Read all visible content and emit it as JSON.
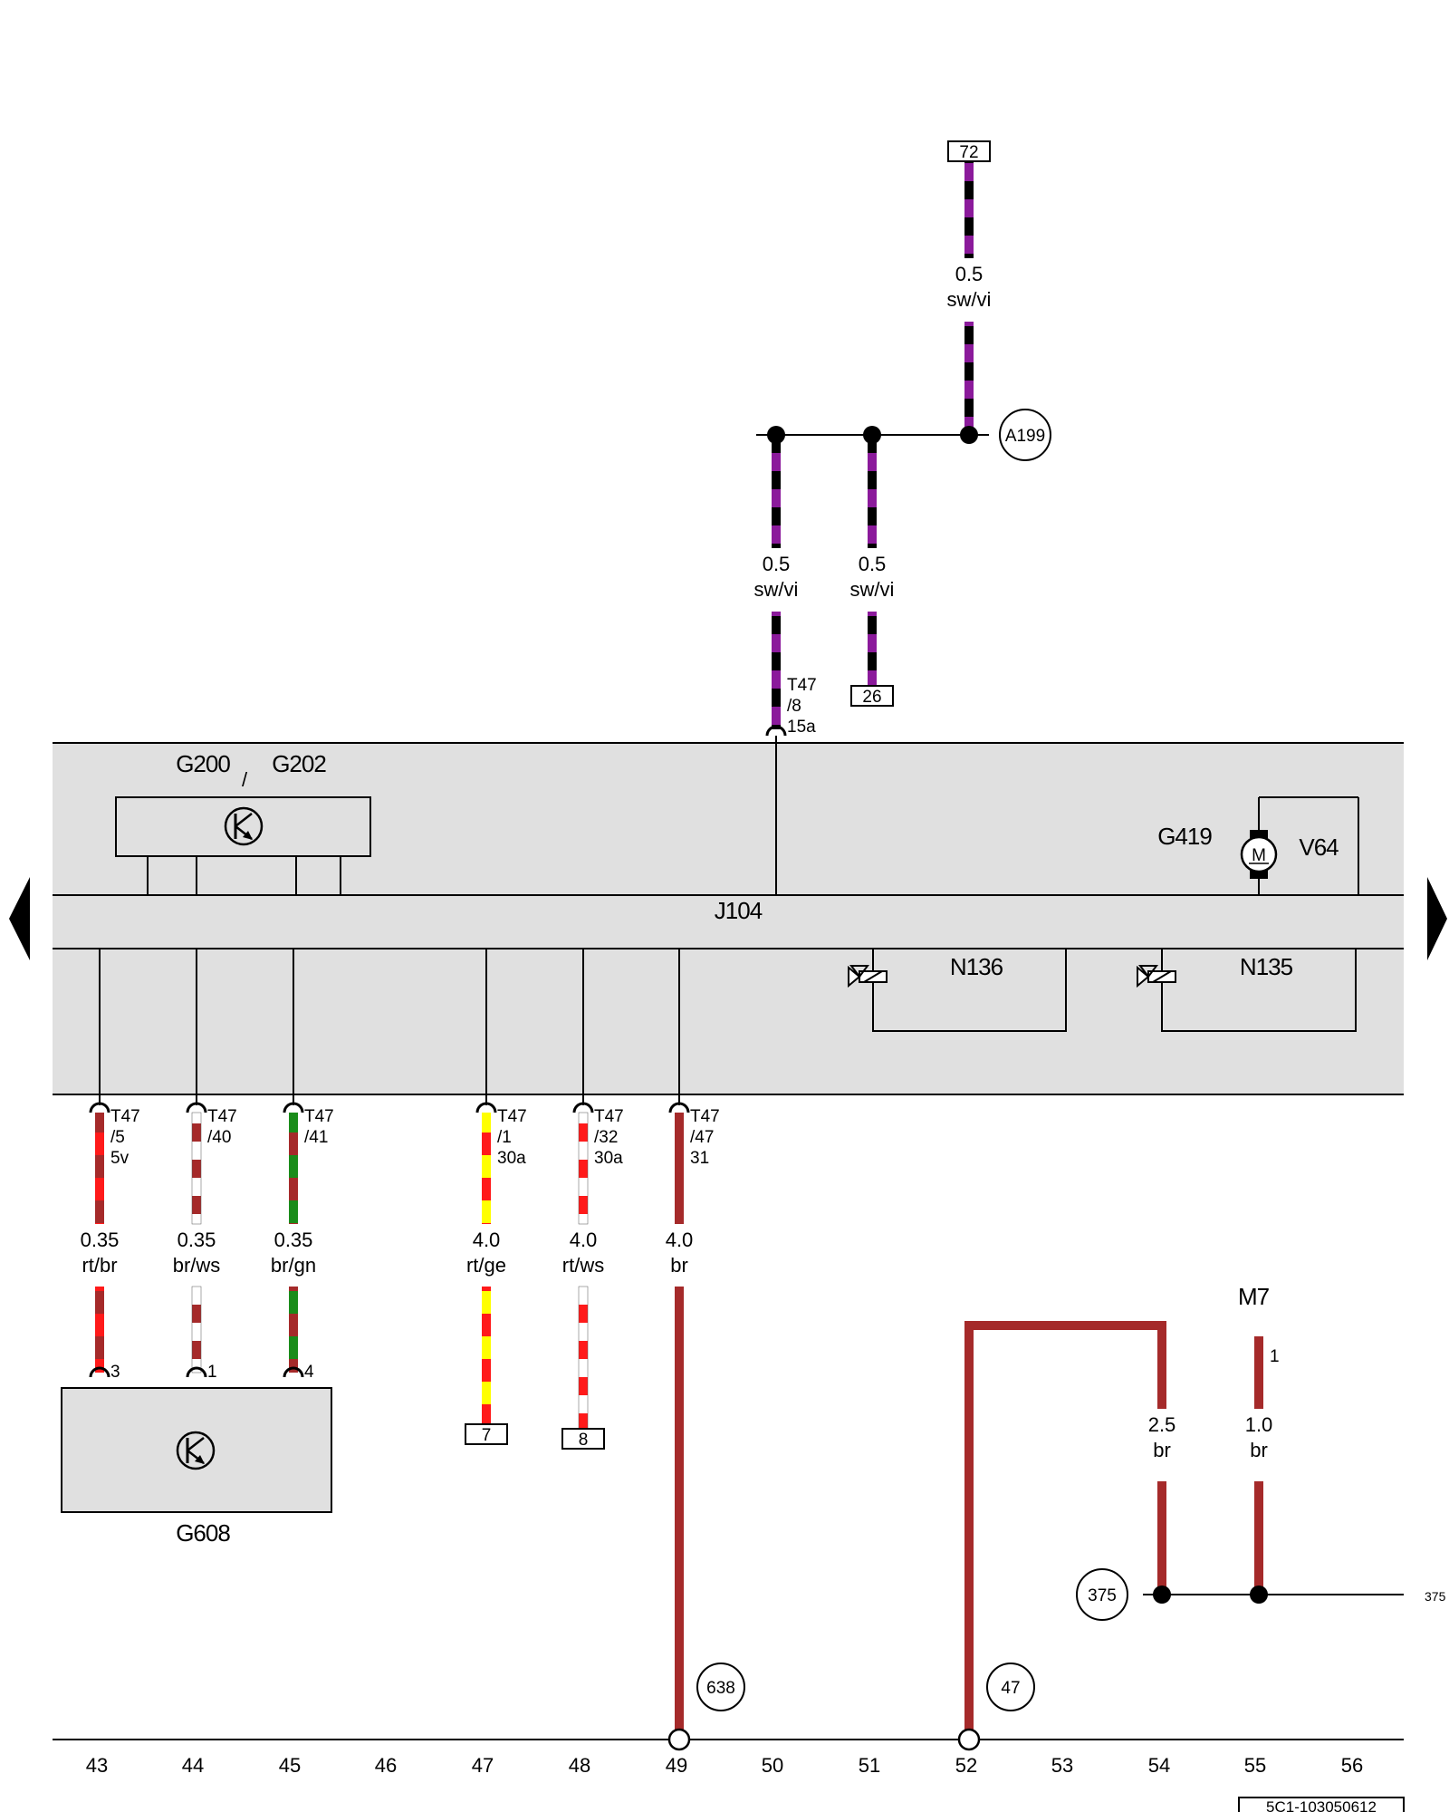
{
  "diagram": {
    "module": {
      "name": "J104",
      "sensor_pair": {
        "left": "G200",
        "sep": "/",
        "right": "G202"
      },
      "motor": {
        "sensor": "G419",
        "name": "V64",
        "symbol": "M"
      },
      "valves": [
        "N136",
        "N135"
      ]
    },
    "top": {
      "terminal_72": "72",
      "wire_top": {
        "size": "0.5",
        "color": "sw/vi"
      },
      "node_label": "A199",
      "wire_left": {
        "size": "0.5",
        "color": "sw/vi"
      },
      "wire_right": {
        "size": "0.5",
        "color": "sw/vi"
      },
      "terminal_26": "26",
      "pin": {
        "conn": "T47",
        "num": "/8",
        "func": "15a"
      }
    },
    "wires": [
      {
        "conn": "T47",
        "pin": "/5",
        "func": "5v",
        "size": "0.35",
        "color": "rt/br",
        "end_pin": "3"
      },
      {
        "conn": "T47",
        "pin": "/40",
        "func": "",
        "size": "0.35",
        "color": "br/ws",
        "end_pin": "1"
      },
      {
        "conn": "T47",
        "pin": "/41",
        "func": "",
        "size": "0.35",
        "color": "br/gn",
        "end_pin": "4"
      },
      {
        "conn": "T47",
        "pin": "/1",
        "func": "30a",
        "size": "4.0",
        "color": "rt/ge",
        "terminal": "7"
      },
      {
        "conn": "T47",
        "pin": "/32",
        "func": "30a",
        "size": "4.0",
        "color": "rt/ws",
        "terminal": "8"
      },
      {
        "conn": "T47",
        "pin": "/47",
        "func": "31",
        "size": "4.0",
        "color": "br"
      }
    ],
    "sensor_g608": "G608",
    "ground_638": "638",
    "ground_47": "47",
    "wire_54": {
      "size": "2.5",
      "color": "br"
    },
    "motor_m7": {
      "name": "M7",
      "pin": "1",
      "size": "1.0",
      "color": "br"
    },
    "node_375": "375",
    "ref_375": "375",
    "columns": [
      "43",
      "44",
      "45",
      "46",
      "47",
      "48",
      "49",
      "50",
      "51",
      "52",
      "53",
      "54",
      "55",
      "56"
    ],
    "footer_code": "5C1-103050612"
  },
  "colors": {
    "module_fill": "#e0e0e0",
    "red": "#ff1a1a",
    "brown": "#a52a2a",
    "black": "#000000",
    "violet": "#8b1a9b",
    "yellow": "#ffff00",
    "green": "#1a8c1a",
    "white": "#ffffff"
  }
}
